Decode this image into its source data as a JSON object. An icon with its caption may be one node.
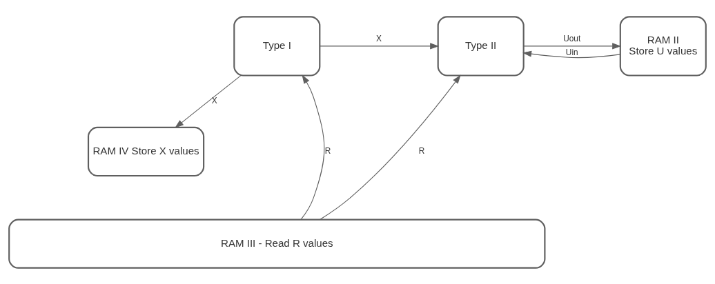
{
  "diagram": {
    "nodes": [
      {
        "text": [
          "Type I"
        ]
      },
      {
        "text": [
          "Type II"
        ]
      },
      {
        "text": [
          "RAM II",
          "Store U values"
        ]
      },
      {
        "text": [
          "RAM IV Store X values"
        ]
      },
      {
        "text": [
          "RAM III - Read R values"
        ]
      }
    ],
    "edges": [
      {
        "from": 0,
        "to": 3,
        "arrow": "to",
        "label": "X"
      },
      {
        "from": 0,
        "to": 1,
        "arrow": "to",
        "label": "X"
      },
      {
        "from": 1,
        "to": 2,
        "arrow": "to",
        "label": "Uout"
      },
      {
        "from": 2,
        "to": 1,
        "arrow": "to",
        "label": "Uin"
      },
      {
        "from": 4,
        "to": 0,
        "arrow": "to",
        "label": "R"
      },
      {
        "from": 4,
        "to": 1,
        "arrow": "to",
        "label": "R"
      }
    ]
  }
}
